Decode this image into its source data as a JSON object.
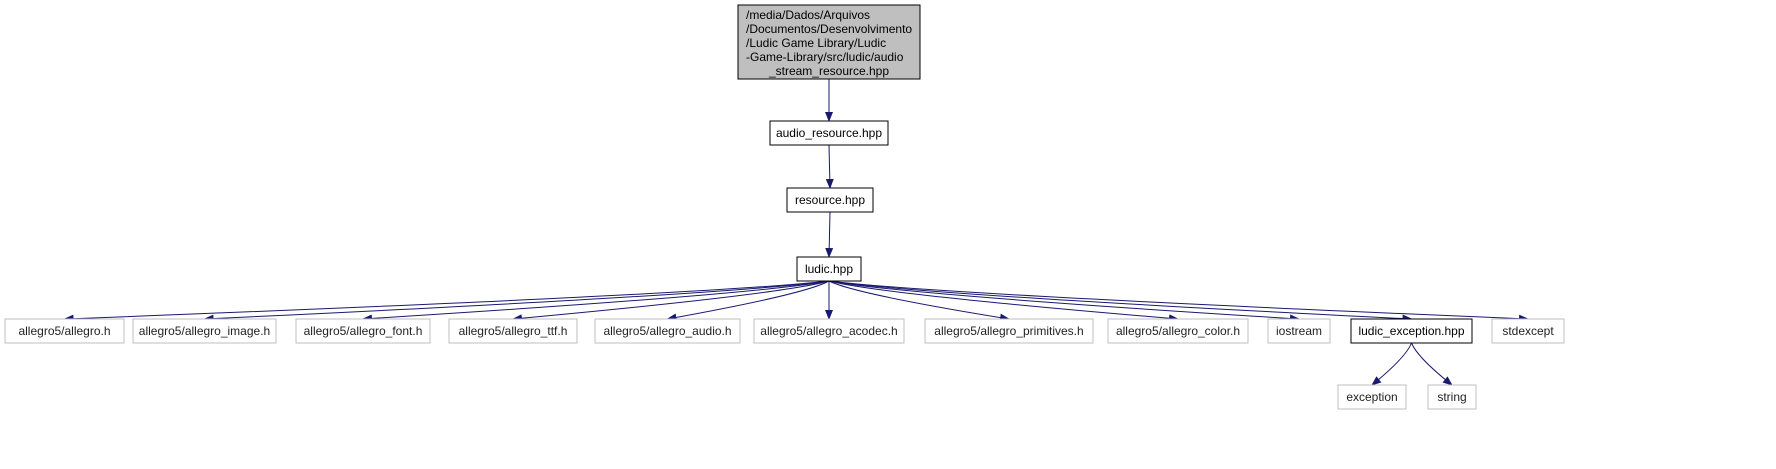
{
  "colors": {
    "root_fill": "#bfbfbf",
    "node_border": "#000000",
    "external_border": "#bfbfbf",
    "edge": "#191970",
    "text": "#000000"
  },
  "nodes": {
    "root": {
      "lines": [
        "/media/Dados/Arquivos",
        "/Documentos/Desenvolvimento",
        "/Ludic Game Library/Ludic",
        "-Game-Library/src/ludic/audio",
        "_stream_resource.hpp"
      ]
    },
    "audio_resource": {
      "label": "audio_resource.hpp"
    },
    "resource": {
      "label": "resource.hpp"
    },
    "ludic": {
      "label": "ludic.hpp"
    },
    "allegro": {
      "label": "allegro5/allegro.h"
    },
    "allegro_image": {
      "label": "allegro5/allegro_image.h"
    },
    "allegro_font": {
      "label": "allegro5/allegro_font.h"
    },
    "allegro_ttf": {
      "label": "allegro5/allegro_ttf.h"
    },
    "allegro_audio": {
      "label": "allegro5/allegro_audio.h"
    },
    "allegro_acodec": {
      "label": "allegro5/allegro_acodec.h"
    },
    "allegro_primitives": {
      "label": "allegro5/allegro_primitives.h"
    },
    "allegro_color": {
      "label": "allegro5/allegro_color.h"
    },
    "iostream": {
      "label": "iostream"
    },
    "ludic_exception": {
      "label": "ludic_exception.hpp"
    },
    "stdexcept": {
      "label": "stdexcept"
    },
    "exception": {
      "label": "exception"
    },
    "string": {
      "label": "string"
    }
  },
  "edges": [
    [
      "root",
      "audio_resource"
    ],
    [
      "audio_resource",
      "resource"
    ],
    [
      "resource",
      "ludic"
    ],
    [
      "ludic",
      "allegro"
    ],
    [
      "ludic",
      "allegro_image"
    ],
    [
      "ludic",
      "allegro_font"
    ],
    [
      "ludic",
      "allegro_ttf"
    ],
    [
      "ludic",
      "allegro_audio"
    ],
    [
      "ludic",
      "allegro_acodec"
    ],
    [
      "ludic",
      "allegro_primitives"
    ],
    [
      "ludic",
      "allegro_color"
    ],
    [
      "ludic",
      "iostream"
    ],
    [
      "ludic",
      "ludic_exception"
    ],
    [
      "ludic",
      "stdexcept"
    ],
    [
      "ludic_exception",
      "exception"
    ],
    [
      "ludic_exception",
      "string"
    ]
  ]
}
